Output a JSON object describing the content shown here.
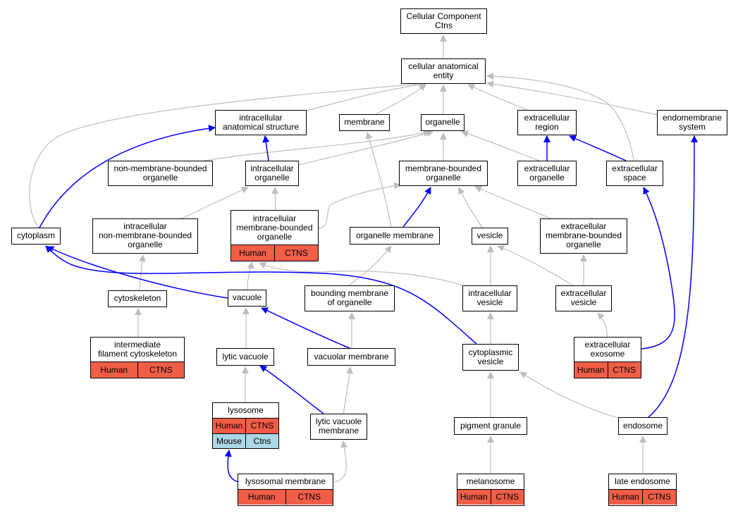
{
  "diagram_title": "Cellular Component Ctns",
  "colors": {
    "default_edge": "#bdbdbd",
    "highlight_edge": "#0000ff",
    "human_cell": "#f05e47",
    "mouse_cell": "#add8e6"
  },
  "nodes": {
    "root": {
      "label": "Cellular Component\nCtns"
    },
    "cae": {
      "label": "cellular anatomical\nentity"
    },
    "ias": {
      "label": "intracellular\nanatomical structure"
    },
    "membrane": {
      "label": "membrane"
    },
    "organelle": {
      "label": "organelle"
    },
    "ecregion": {
      "label": "extracellular\nregion"
    },
    "endomem": {
      "label": "endomembrane\nsystem"
    },
    "nmbo": {
      "label": "non-membrane-bounded\norganelle"
    },
    "io": {
      "label": "intracellular\norganelle"
    },
    "mbo": {
      "label": "membrane-bounded\norganelle"
    },
    "eco": {
      "label": "extracellular\norganelle"
    },
    "ecspace": {
      "label": "extracellular\nspace"
    },
    "cytoplasm": {
      "label": "cytoplasm"
    },
    "inmbo": {
      "label": "intracellular\nnon-membrane-bounded\norganelle"
    },
    "imbo": {
      "label": "intracellular\nmembrane-bounded\norganelle",
      "human": [
        "Human",
        "CTNS"
      ]
    },
    "om": {
      "label": "organelle membrane"
    },
    "vesicle": {
      "label": "vesicle"
    },
    "embo": {
      "label": "extracellular\nmembrane-bounded\norganelle"
    },
    "cytoskeleton": {
      "label": "cytoskeleton"
    },
    "vacuole": {
      "label": "vacuole"
    },
    "bmo": {
      "label": "bounding membrane\nof organelle"
    },
    "iv": {
      "label": "intracellular\nvesicle"
    },
    "ecv": {
      "label": "extracellular\nvesicle"
    },
    "ifc": {
      "label": "intermediate\nfilament cytoskeleton",
      "human": [
        "Human",
        "CTNS"
      ]
    },
    "lv": {
      "label": "lytic vacuole"
    },
    "vm": {
      "label": "vacuolar membrane"
    },
    "cv": {
      "label": "cytoplasmic\nvesicle"
    },
    "exo": {
      "label": "extracellular\nexosome",
      "human": [
        "Human",
        "CTNS"
      ]
    },
    "lysosome": {
      "label": "lysosome",
      "human": [
        "Human",
        "CTNS"
      ],
      "mouse": [
        "Mouse",
        "Ctns"
      ]
    },
    "lvm": {
      "label": "lytic vacuole\nmembrane"
    },
    "pg": {
      "label": "pigment granule"
    },
    "endosome": {
      "label": "endosome"
    },
    "lm": {
      "label": "lysosomal membrane",
      "human": [
        "Human",
        "CTNS"
      ]
    },
    "mel": {
      "label": "melanosome",
      "human": [
        "Human",
        "CTNS"
      ]
    },
    "le": {
      "label": "late endosome",
      "human": [
        "Human",
        "CTNS"
      ]
    }
  },
  "edges": [
    {
      "from": "cae",
      "to": "root",
      "style": "gray"
    },
    {
      "from": "ias",
      "to": "cae",
      "style": "gray"
    },
    {
      "from": "membrane",
      "to": "cae",
      "style": "gray"
    },
    {
      "from": "organelle",
      "to": "cae",
      "style": "gray"
    },
    {
      "from": "ecregion",
      "to": "cae",
      "style": "gray"
    },
    {
      "from": "endomem",
      "to": "cae",
      "style": "gray"
    },
    {
      "from": "ecspace",
      "to": "cae",
      "style": "gray"
    },
    {
      "from": "cytoplasm",
      "to": "cae",
      "style": "gray"
    },
    {
      "from": "nmbo",
      "to": "organelle",
      "style": "gray"
    },
    {
      "from": "io",
      "to": "organelle",
      "style": "gray"
    },
    {
      "from": "mbo",
      "to": "organelle",
      "style": "gray"
    },
    {
      "from": "eco",
      "to": "organelle",
      "style": "gray"
    },
    {
      "from": "io",
      "to": "ias",
      "style": "blue"
    },
    {
      "from": "eco",
      "to": "ecregion",
      "style": "blue"
    },
    {
      "from": "ecspace",
      "to": "ecregion",
      "style": "blue"
    },
    {
      "from": "cytoplasm",
      "to": "ias",
      "style": "blue"
    },
    {
      "from": "inmbo",
      "to": "io",
      "style": "gray"
    },
    {
      "from": "imbo",
      "to": "io",
      "style": "gray"
    },
    {
      "from": "imbo",
      "to": "mbo",
      "style": "gray"
    },
    {
      "from": "om",
      "to": "mbo",
      "style": "blue"
    },
    {
      "from": "om",
      "to": "membrane",
      "style": "gray"
    },
    {
      "from": "vesicle",
      "to": "mbo",
      "style": "gray"
    },
    {
      "from": "embo",
      "to": "mbo",
      "style": "gray"
    },
    {
      "from": "cytoskeleton",
      "to": "inmbo",
      "style": "gray"
    },
    {
      "from": "vacuole",
      "to": "imbo",
      "style": "gray"
    },
    {
      "from": "vacuole",
      "to": "cytoplasm",
      "style": "blue"
    },
    {
      "from": "bmo",
      "to": "om",
      "style": "gray"
    },
    {
      "from": "iv",
      "to": "vesicle",
      "style": "gray"
    },
    {
      "from": "iv",
      "to": "imbo",
      "style": "gray"
    },
    {
      "from": "ecv",
      "to": "vesicle",
      "style": "gray"
    },
    {
      "from": "ecv",
      "to": "embo",
      "style": "gray"
    },
    {
      "from": "ifc",
      "to": "cytoskeleton",
      "style": "gray"
    },
    {
      "from": "lv",
      "to": "vacuole",
      "style": "gray"
    },
    {
      "from": "vm",
      "to": "vacuole",
      "style": "blue"
    },
    {
      "from": "vm",
      "to": "bmo",
      "style": "gray"
    },
    {
      "from": "cv",
      "to": "iv",
      "style": "gray"
    },
    {
      "from": "cv",
      "to": "cytoplasm",
      "style": "blue"
    },
    {
      "from": "exo",
      "to": "ecv",
      "style": "gray"
    },
    {
      "from": "exo",
      "to": "ecspace",
      "style": "blue"
    },
    {
      "from": "lysosome",
      "to": "lv",
      "style": "gray"
    },
    {
      "from": "lvm",
      "to": "lv",
      "style": "blue"
    },
    {
      "from": "lvm",
      "to": "vm",
      "style": "gray"
    },
    {
      "from": "pg",
      "to": "cv",
      "style": "gray"
    },
    {
      "from": "endosome",
      "to": "cv",
      "style": "gray"
    },
    {
      "from": "endosome",
      "to": "endomem",
      "style": "blue"
    },
    {
      "from": "lm",
      "to": "lysosome",
      "style": "blue"
    },
    {
      "from": "lm",
      "to": "lvm",
      "style": "gray"
    },
    {
      "from": "mel",
      "to": "pg",
      "style": "gray"
    },
    {
      "from": "le",
      "to": "endosome",
      "style": "gray"
    }
  ]
}
